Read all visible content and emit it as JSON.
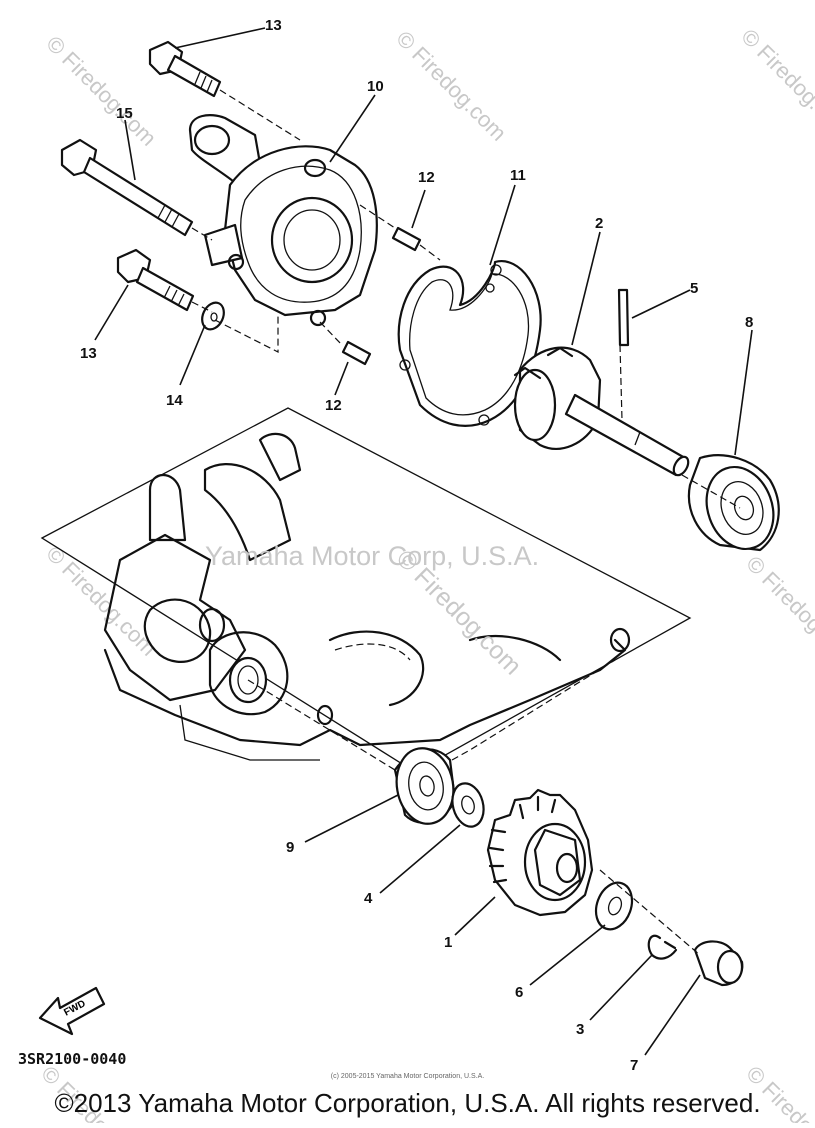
{
  "diagram": {
    "code": "3SR2100-0040",
    "fwd_label": "FWD",
    "callouts": [
      "13",
      "10",
      "15",
      "12",
      "11",
      "2",
      "5",
      "8",
      "13",
      "14",
      "12",
      "9",
      "4",
      "1",
      "6",
      "3",
      "7"
    ]
  },
  "watermarks": {
    "center_brand": "Yamaha Motor Corp, U.S.A.",
    "center_site": "© Firedog.com",
    "tile": "© Firedog.com"
  },
  "footer": {
    "small_copyright": "(c) 2005-2015 Yamaha Motor Corporation, U.S.A.",
    "copyright": "©2013 Yamaha Motor Corporation, U.S.A. All rights reserved."
  }
}
